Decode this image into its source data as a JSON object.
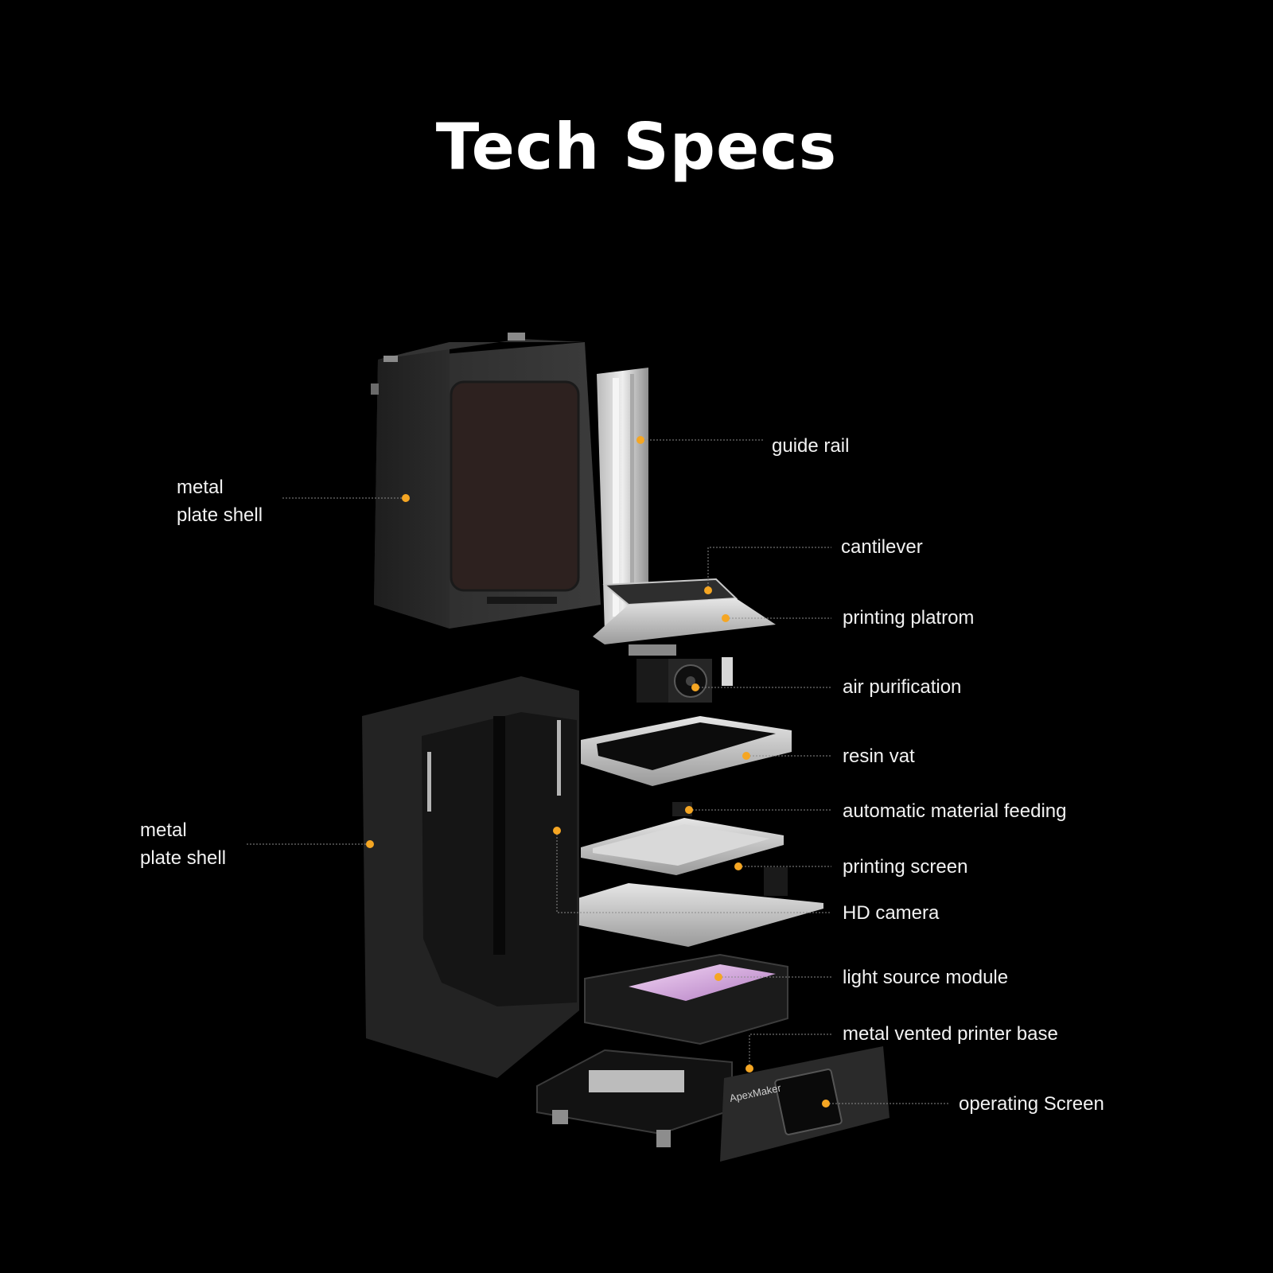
{
  "title": "Tech Specs",
  "accent_color": "#f5a623",
  "brand": "ApexMaker",
  "callouts": [
    {
      "id": "guide-rail",
      "text": "guide rail"
    },
    {
      "id": "metal-plate-shell-top",
      "lines": [
        "metal",
        "plate shell"
      ]
    },
    {
      "id": "cantilever",
      "text": "cantilever"
    },
    {
      "id": "printing-platrom",
      "text": "printing platrom"
    },
    {
      "id": "air-purification",
      "text": "air purification"
    },
    {
      "id": "resin-vat",
      "text": "resin vat"
    },
    {
      "id": "automatic-material-feeding",
      "text": "automatic material feeding"
    },
    {
      "id": "metal-plate-shell-bottom",
      "lines": [
        "metal",
        "plate shell"
      ]
    },
    {
      "id": "printing-screen",
      "text": "printing screen"
    },
    {
      "id": "hd-camera",
      "text": "HD camera"
    },
    {
      "id": "light-source-module",
      "text": "light source module"
    },
    {
      "id": "metal-vented-printer-base",
      "text": "metal vented printer base"
    },
    {
      "id": "operating-screen",
      "text": "operating Screen"
    }
  ]
}
